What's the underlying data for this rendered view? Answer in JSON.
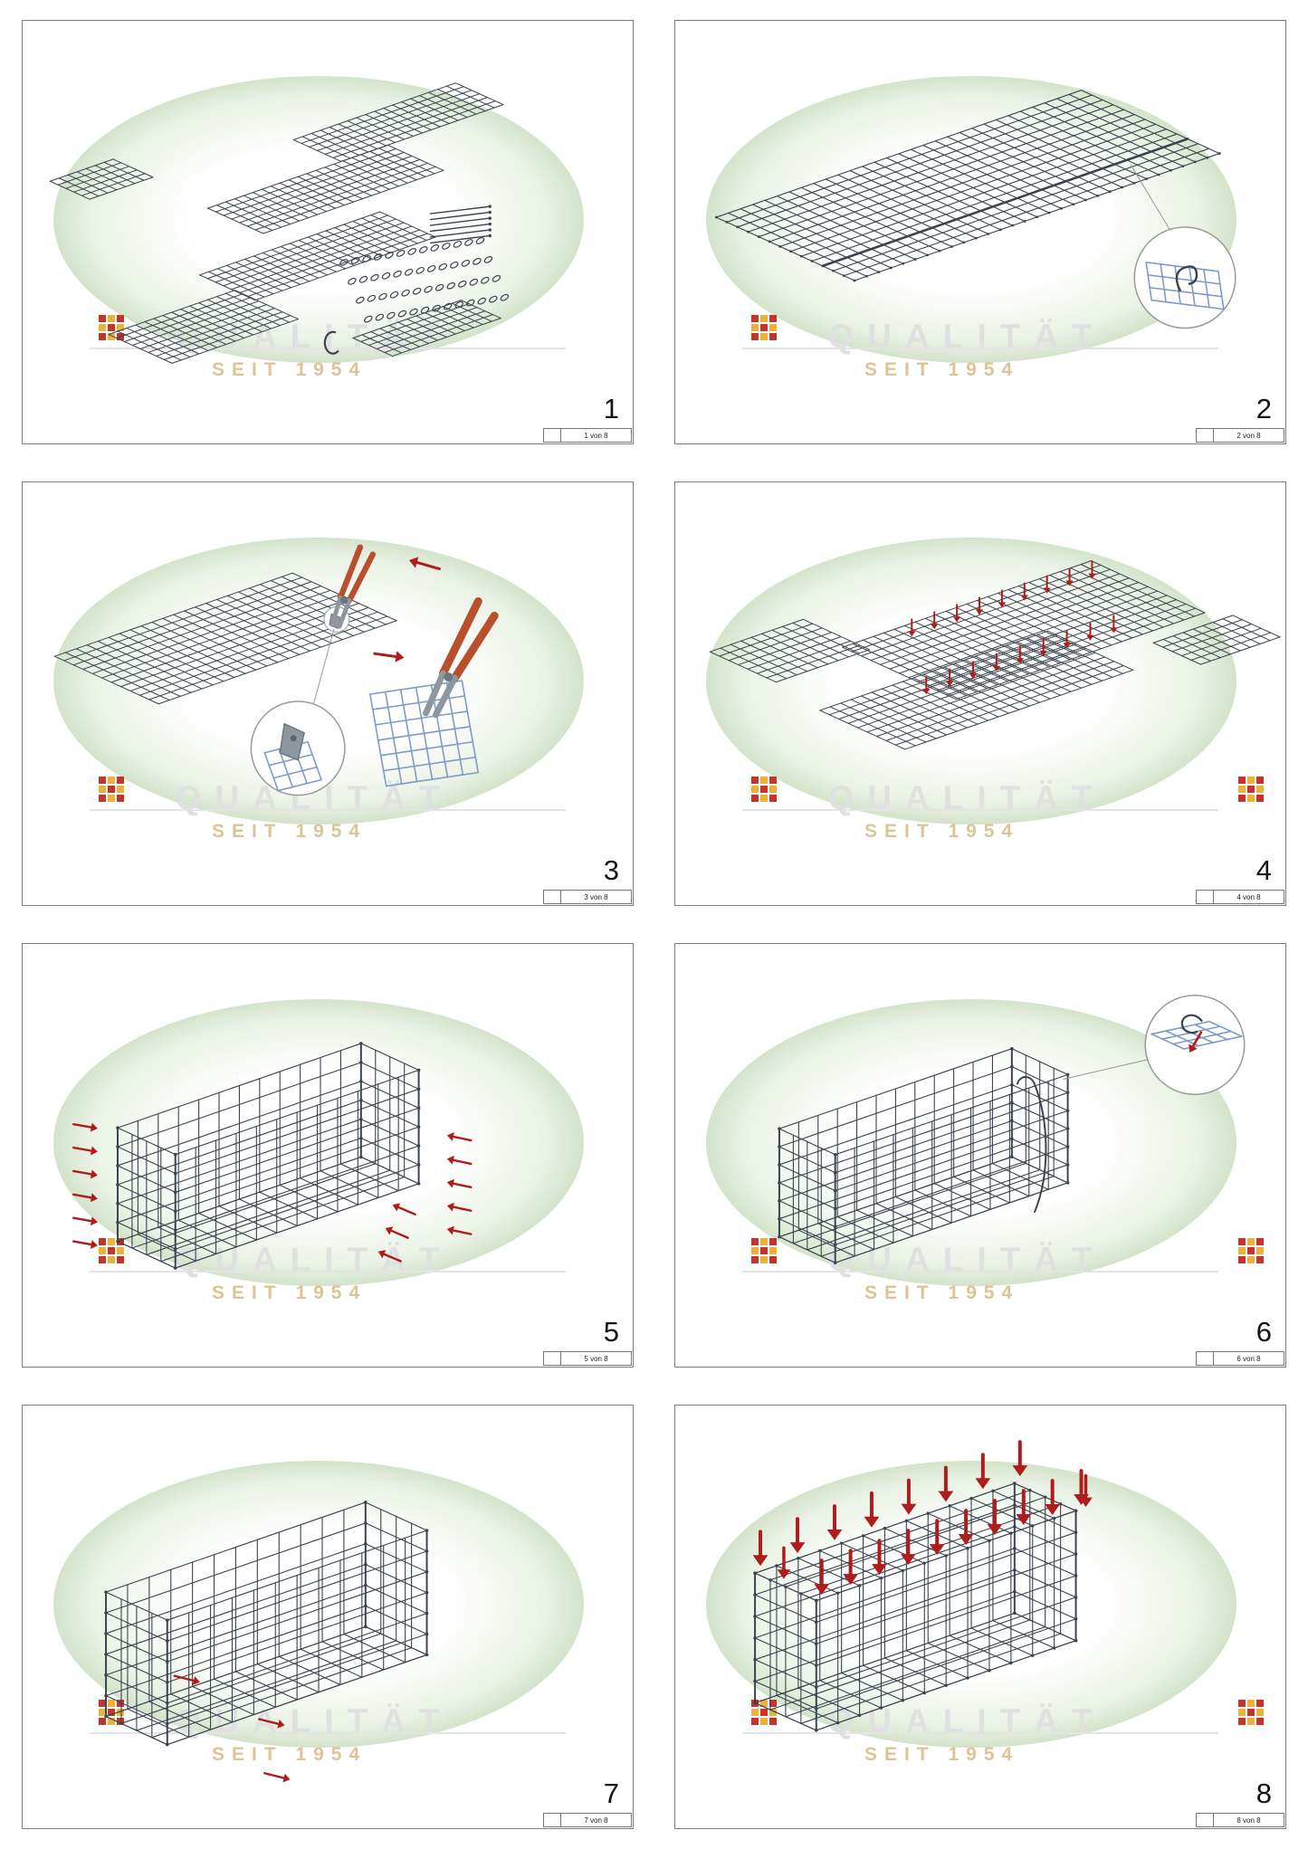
{
  "watermark": {
    "title": "QUALITÄT",
    "subtitle": "SEIT 1954",
    "logo_colors": [
      "#c5342c",
      "#e9b33c"
    ]
  },
  "colors": {
    "mesh": "#3a434f",
    "mesh_light": "#7d9cc5",
    "arrow_red": "#b01c1c",
    "tool_handle": "#b8502e",
    "tool_metal": "#8e979f",
    "leader": "#999999"
  },
  "panels": [
    {
      "number": "1",
      "page_label": "1 von 8"
    },
    {
      "number": "2",
      "page_label": "2 von 8"
    },
    {
      "number": "3",
      "page_label": "3 von 8"
    },
    {
      "number": "4",
      "page_label": "4 von 8"
    },
    {
      "number": "5",
      "page_label": "5 von 8"
    },
    {
      "number": "6",
      "page_label": "6 von 8"
    },
    {
      "number": "7",
      "page_label": "7 von 8"
    },
    {
      "number": "8",
      "page_label": "8 von 8"
    }
  ]
}
